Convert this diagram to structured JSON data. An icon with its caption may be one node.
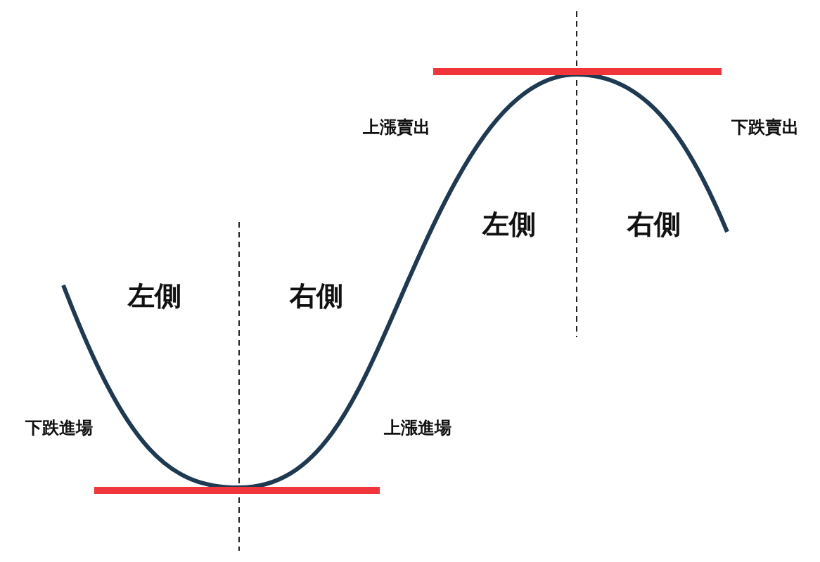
{
  "diagram": {
    "labels": [
      "上漲賣出",
      "下跌賣出",
      "左側",
      "右側",
      "左側",
      "右側",
      "下跌進場",
      "上漲進場"
    ]
  }
}
